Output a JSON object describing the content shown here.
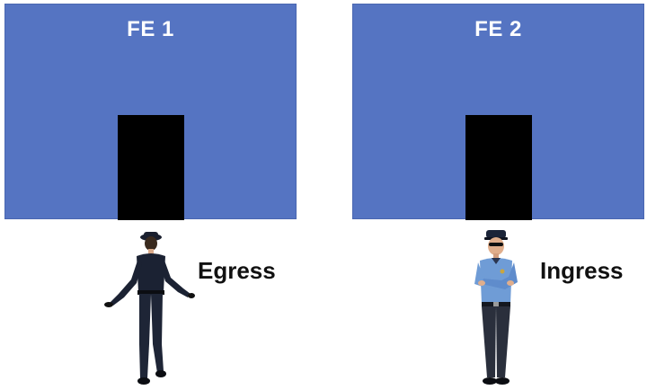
{
  "facilities": [
    {
      "title": "FE 1"
    },
    {
      "title": "FE 2"
    }
  ],
  "actions": {
    "egress": "Egress",
    "ingress": "Ingress"
  },
  "colors": {
    "panel": "#5574c2",
    "door": "#000000",
    "background": "#ffffff"
  }
}
